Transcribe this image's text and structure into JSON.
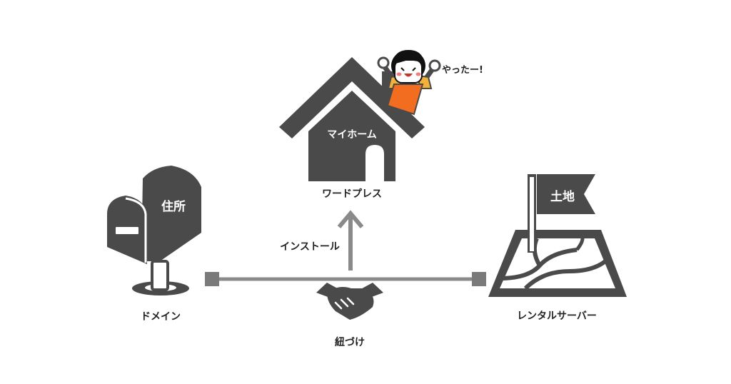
{
  "house": {
    "sign": "マイホーム",
    "caption": "ワードプレス"
  },
  "exclamation": "やったー!",
  "mailbox": {
    "sign": "住所",
    "caption": "ドメイン"
  },
  "land": {
    "flag": "土地",
    "caption": "レンタルサーバー"
  },
  "install_label": "インストール",
  "link_label": "紐づけ",
  "colors": {
    "icon": "#4a4a4a",
    "line": "#8a8a8a",
    "connector_square": "#7a7a7a",
    "shirt": "#f26d1f",
    "sleeve": "#f2b23a",
    "skin": "#ffffff",
    "hair": "#111111",
    "cheek": "#f07d7d"
  }
}
